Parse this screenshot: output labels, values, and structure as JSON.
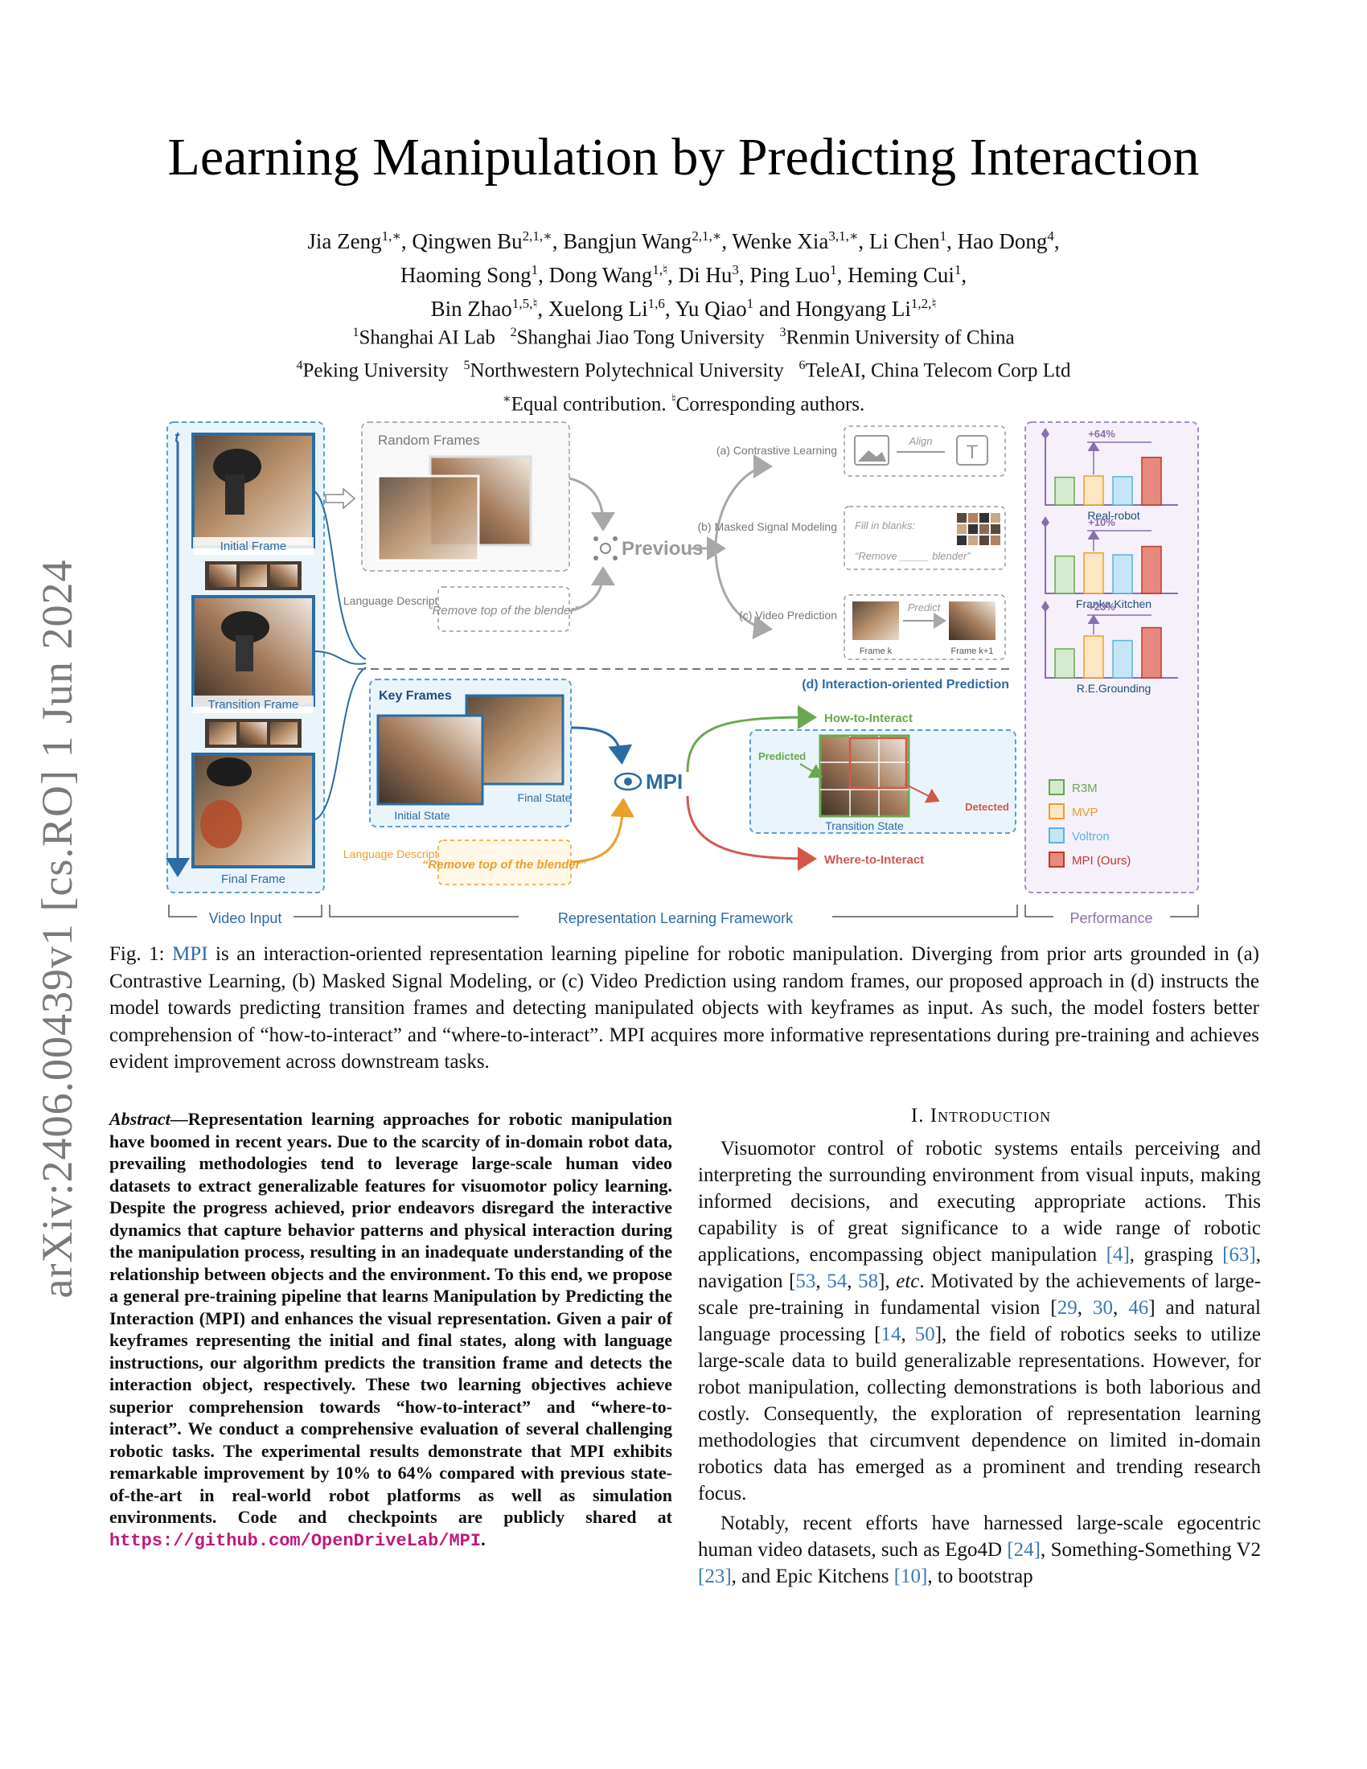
{
  "sidebar": {
    "stamp": "arXiv:2406.00439v1  [cs.RO]  1 Jun 2024"
  },
  "title": "Learning Manipulation by Predicting Interaction",
  "authors": [
    {
      "name": "Jia Zeng",
      "sup": "1,∗"
    },
    {
      "name": "Qingwen Bu",
      "sup": "2,1,∗"
    },
    {
      "name": "Bangjun Wang",
      "sup": "2,1,∗"
    },
    {
      "name": "Wenke Xia",
      "sup": "3,1,∗"
    },
    {
      "name": "Li Chen",
      "sup": "1"
    },
    {
      "name": "Hao Dong",
      "sup": "4"
    },
    {
      "name": "Haoming Song",
      "sup": "1"
    },
    {
      "name": "Dong Wang",
      "sup": "1,♮"
    },
    {
      "name": "Di Hu",
      "sup": "3"
    },
    {
      "name": "Ping Luo",
      "sup": "1"
    },
    {
      "name": "Heming Cui",
      "sup": "1"
    },
    {
      "name": "Bin Zhao",
      "sup": "1,5,♮"
    },
    {
      "name": "Xuelong Li",
      "sup": "1,6"
    },
    {
      "name": "Yu Qiao",
      "sup": "1"
    },
    {
      "name": "Hongyang Li",
      "sup": "1,2,♮"
    }
  ],
  "affiliations": [
    {
      "sup": "1",
      "name": "Shanghai AI Lab"
    },
    {
      "sup": "2",
      "name": "Shanghai Jiao Tong University"
    },
    {
      "sup": "3",
      "name": "Renmin University of China"
    },
    {
      "sup": "4",
      "name": "Peking University"
    },
    {
      "sup": "5",
      "name": "Northwestern Polytechnical University"
    },
    {
      "sup": "6",
      "name": "TeleAI, China Telecom Corp Ltd"
    }
  ],
  "notes": {
    "equal_sup": "∗",
    "equal": "Equal contribution.",
    "corr_sup": "♮",
    "corr": "Corresponding authors."
  },
  "figure": {
    "t_label": "t",
    "initial_frame": "Initial Frame",
    "transition_frame": "Transition Frame",
    "final_frame": "Final Frame",
    "random_frames": "Random Frames",
    "language_description": "Language Description",
    "language_quote": "“Remove top of the blender”",
    "previous": "Previous",
    "contrastive": "(a) Contrastive Learning",
    "align": "Align",
    "masked": "(b) Masked Signal Modeling",
    "fill_blanks": "Fill in blanks:",
    "remove_blank": "“Remove _____ blender”",
    "video_pred": "(c) Video Prediction",
    "predict": "Predict",
    "frame_k": "Frame k",
    "frame_k1": "Frame k+1",
    "interaction_pred": "(d) Interaction-oriented Prediction",
    "key_frames": "Key Frames",
    "initial_state": "Initial State",
    "final_state": "Final State",
    "mpi": "MPI",
    "how_to_interact": "How-to-Interact",
    "where_to_interact": "Where-to-Interact",
    "predicted": "Predicted",
    "detected": "Detected",
    "transition_state": "Transition State",
    "video_input": "Video Input",
    "framework": "Representation Learning Framework",
    "performance": "Performance",
    "colors": {
      "blue": "#2b6ca3",
      "gray": "#8a8a8a",
      "green": "#6aa84f",
      "red": "#d0584a",
      "orange": "#e8a12a",
      "purple": "#8a6fb0"
    }
  },
  "chart_data": [
    {
      "type": "bar",
      "title": "Real-robot",
      "annotation": "+64%",
      "categories": [
        "R3M",
        "MVP",
        "Voltron",
        "MPI (Ours)"
      ],
      "values": [
        0.43,
        0.45,
        0.44,
        0.74
      ],
      "ylim": [
        0,
        1
      ]
    },
    {
      "type": "bar",
      "title": "Franka Kitchen",
      "annotation": "+10%",
      "categories": [
        "R3M",
        "MVP",
        "Voltron",
        "MPI (Ours)"
      ],
      "values": [
        0.58,
        0.63,
        0.6,
        0.73
      ],
      "ylim": [
        0,
        1
      ]
    },
    {
      "type": "bar",
      "title": "R.E.Grounding",
      "annotation": "+23%",
      "categories": [
        "R3M",
        "MVP",
        "Voltron",
        "MPI (Ours)"
      ],
      "values": [
        0.45,
        0.65,
        0.58,
        0.78
      ],
      "ylim": [
        0,
        1
      ]
    }
  ],
  "legend": [
    {
      "label": "R3M",
      "color": "#d6ead0",
      "border": "#6aa84f"
    },
    {
      "label": "MVP",
      "color": "#fde6c4",
      "border": "#e8a12a"
    },
    {
      "label": "Voltron",
      "color": "#c5e6f7",
      "border": "#5bb3e0"
    },
    {
      "label": "MPI (Ours)",
      "color": "#e58a80",
      "border": "#c0392b"
    }
  ],
  "caption": {
    "prefix": "Fig. 1: ",
    "mpi": "MPI",
    "text": " is an interaction-oriented representation learning pipeline for robotic manipulation. Diverging from prior arts grounded in (a) Contrastive Learning, (b) Masked Signal Modeling, or (c) Video Prediction using random frames, our proposed approach in (d) instructs the model towards predicting transition frames and detecting manipulated objects with keyframes as input. As such, the model fosters better comprehension of “how-to-interact” and “where-to-interact”. MPI acquires more informative representations during pre-training and achieves evident improvement across downstream tasks."
  },
  "abstract": {
    "label": "Abstract",
    "dash": "—",
    "text": "Representation learning approaches for robotic manipulation have boomed in recent years. Due to the scarcity of in-domain robot data, prevailing methodologies tend to leverage large-scale human video datasets to extract generalizable features for visuomotor policy learning. Despite the progress achieved, prior endeavors disregard the interactive dynamics that capture behavior patterns and physical interaction during the manipulation process, resulting in an inadequate understanding of the relationship between objects and the environment. To this end, we propose a general pre-training pipeline that learns Manipulation by Predicting the Interaction (MPI) and enhances the visual representation. Given a pair of keyframes representing the initial and final states, along with language instructions, our algorithm predicts the transition frame and detects the interaction object, respectively. These two learning objectives achieve superior comprehension towards “how-to-interact” and “where-to-interact”. We conduct a comprehensive evaluation of several challenging robotic tasks. The experimental results demonstrate that MPI exhibits remarkable improvement by 10% to 64% compared with previous state-of-the-art in real-world robot platforms as well as simulation environments. Code and checkpoints are publicly shared at ",
    "url": "https://github.com/OpenDriveLab/MPI",
    "end": "."
  },
  "intro": {
    "number": "I. ",
    "heading": "Introduction",
    "p1_a": "Visuomotor control of robotic systems entails perceiving and interpreting the surrounding environment from visual inputs, making informed decisions, and executing appropriate actions. This capability is of great significance to a wide range of robotic applications, encompassing object manipulation ",
    "c4": "[4]",
    "p1_b": ", grasping ",
    "c63": "[63]",
    "p1_c": ", navigation [",
    "c53": "53",
    "comma1": ", ",
    "c54": "54",
    "comma2": ", ",
    "c58": "58",
    "p1_d": "], ",
    "etc": "etc",
    "p1_e": ". Motivated by the achievements of large-scale pre-training in fundamental vision [",
    "c29": "29",
    "comma3": ", ",
    "c30": "30",
    "comma4": ", ",
    "c46": "46",
    "p1_f": "] and natural language processing [",
    "c14": "14",
    "comma5": ", ",
    "c50": "50",
    "p1_g": "], the field of robotics seeks to utilize large-scale data to build generalizable representations. However, for robot manipulation, collecting demonstrations is both laborious and costly. Consequently, the exploration of representation learning methodologies that circumvent dependence on limited in-domain robotics data has emerged as a prominent and trending research focus.",
    "p2_a": "Notably, recent efforts have harnessed large-scale egocentric human video datasets, such as Ego4D ",
    "c24": "[24]",
    "p2_b": ", Something-Something V2 ",
    "c23": "[23]",
    "p2_c": ", and Epic Kitchens ",
    "c10": "[10]",
    "p2_d": ", to bootstrap"
  }
}
